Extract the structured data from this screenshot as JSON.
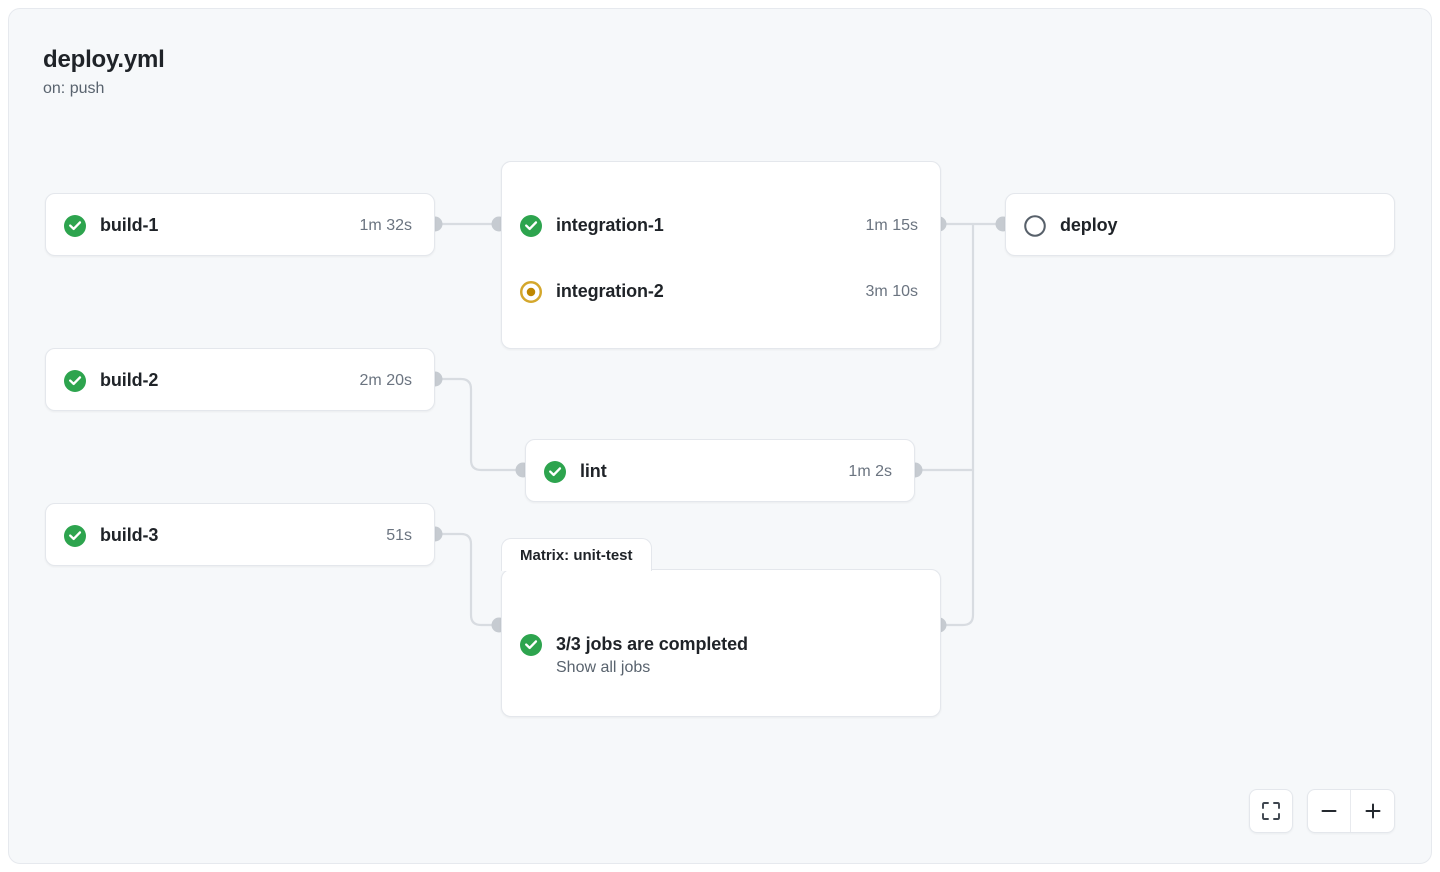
{
  "workflow": {
    "title": "deploy.yml",
    "trigger": "on: push"
  },
  "nodes": {
    "build_1": {
      "name": "build-1",
      "duration": "1m 32s",
      "status": "success"
    },
    "build_2": {
      "name": "build-2",
      "duration": "2m 20s",
      "status": "success"
    },
    "build_3": {
      "name": "build-3",
      "duration": "51s",
      "status": "success"
    },
    "integration_1": {
      "name": "integration-1",
      "duration": "1m 15s",
      "status": "success"
    },
    "integration_2": {
      "name": "integration-2",
      "duration": "3m 10s",
      "status": "in-progress"
    },
    "lint": {
      "name": "lint",
      "duration": "1m 2s",
      "status": "success"
    },
    "deploy": {
      "name": "deploy",
      "duration": "",
      "status": "pending"
    },
    "matrix": {
      "tab_label": "Matrix: unit-test",
      "summary": "3/3 jobs are completed",
      "show_all_label": "Show all jobs",
      "status": "success"
    }
  },
  "controls": {
    "fit_view": "fit-view-icon",
    "zoom_out": "minus-icon",
    "zoom_in": "plus-icon"
  },
  "colors": {
    "success": "#2da44e",
    "in_progress": "#bf8700",
    "pending": "#57606a",
    "edge": "#d8dce1",
    "port": "#c6cbd1",
    "canvas": "#f6f8fa"
  }
}
